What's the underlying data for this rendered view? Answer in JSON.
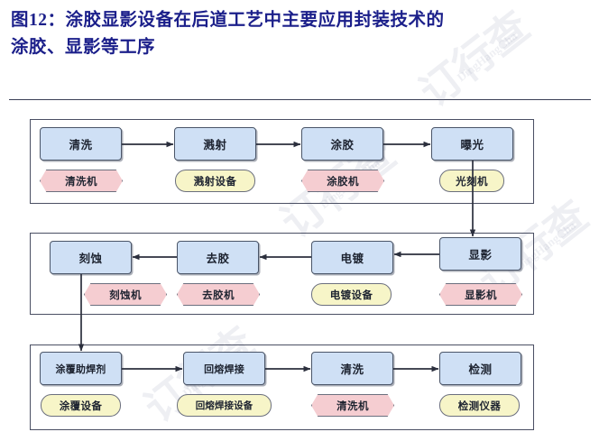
{
  "title": {
    "line1": "图12：涂胶显影设备在后道工艺中主要应用封装技术的",
    "line2": "涂胶、显影等工序"
  },
  "watermark": {
    "text_a": "订行查",
    "text_b": "DingHangCha"
  },
  "colors": {
    "title": "#1b1f8a",
    "process_fill": "#cfe0f5",
    "process_border": "#4a5568",
    "tag_pink": "#f5cdd1",
    "tag_yellow": "#f7f5c8",
    "tag_border": "#6b6f7e",
    "group_border": "#4a4f63",
    "arrow": "#2b2f3d"
  },
  "flow": {
    "rows": [
      {
        "name": "row-1",
        "direction": "left-to-right",
        "steps": [
          {
            "process": "清洗",
            "equipment": "清洗机",
            "tag_shape": "hex"
          },
          {
            "process": "溅射",
            "equipment": "溅射设备",
            "tag_shape": "pill"
          },
          {
            "process": "涂胶",
            "equipment": "涂胶机",
            "tag_shape": "hex"
          },
          {
            "process": "曝光",
            "equipment": "光刻机",
            "tag_shape": "pill"
          }
        ]
      },
      {
        "name": "row-2",
        "direction": "right-to-left",
        "steps": [
          {
            "process": "刻蚀",
            "equipment": "刻蚀机",
            "tag_shape": "hex"
          },
          {
            "process": "去胶",
            "equipment": "去胶机",
            "tag_shape": "hex"
          },
          {
            "process": "电镀",
            "equipment": "电镀设备",
            "tag_shape": "pill"
          },
          {
            "process": "显影",
            "equipment": "显影机",
            "tag_shape": "hex"
          }
        ]
      },
      {
        "name": "row-3",
        "direction": "left-to-right",
        "steps": [
          {
            "process": "涂覆助焊剂",
            "equipment": "涂覆设备",
            "tag_shape": "pill"
          },
          {
            "process": "回熔焊接",
            "equipment": "回熔焊接设备",
            "tag_shape": "pill"
          },
          {
            "process": "清洗",
            "equipment": "清洗机",
            "tag_shape": "hex"
          },
          {
            "process": "检测",
            "equipment": "检测仪器",
            "tag_shape": "pill"
          }
        ]
      }
    ]
  }
}
